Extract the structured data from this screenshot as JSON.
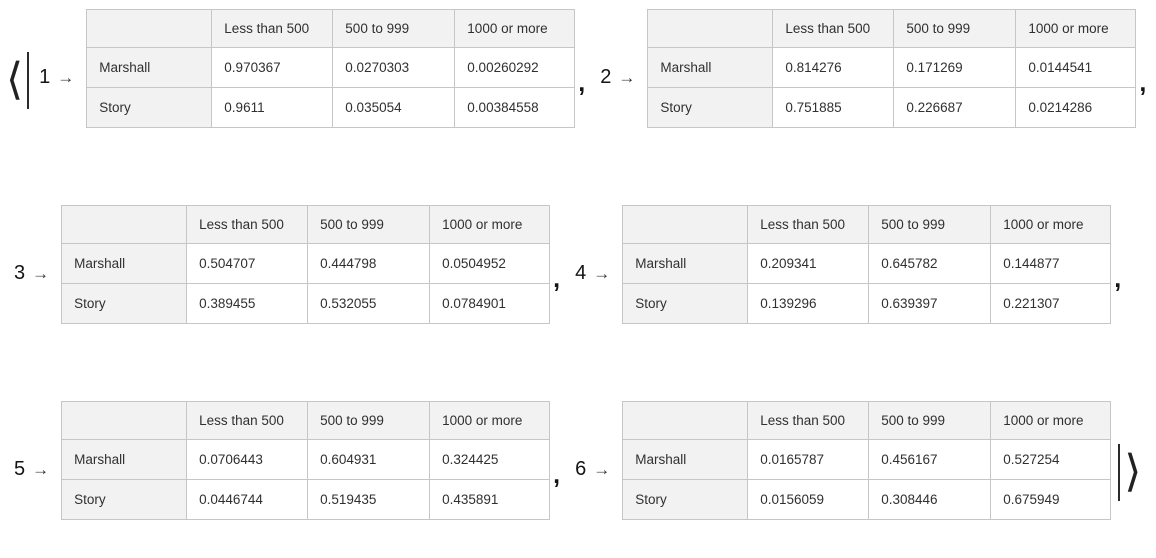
{
  "glyphs": {
    "open_angle": "⟨",
    "close_angle": "⟩",
    "arrow": "→",
    "comma": ","
  },
  "table": {
    "column_headers": [
      "",
      "Less than 500",
      "500 to 999",
      "1000 or more"
    ],
    "row_labels": [
      "Marshall",
      "Story"
    ]
  },
  "entries": [
    {
      "key": "1",
      "marshall": [
        "0.970367",
        "0.0270303",
        "0.00260292"
      ],
      "story": [
        "0.9611",
        "0.035054",
        "0.00384558"
      ]
    },
    {
      "key": "2",
      "marshall": [
        "0.814276",
        "0.171269",
        "0.0144541"
      ],
      "story": [
        "0.751885",
        "0.226687",
        "0.0214286"
      ]
    },
    {
      "key": "3",
      "marshall": [
        "0.504707",
        "0.444798",
        "0.0504952"
      ],
      "story": [
        "0.389455",
        "0.532055",
        "0.0784901"
      ]
    },
    {
      "key": "4",
      "marshall": [
        "0.209341",
        "0.645782",
        "0.144877"
      ],
      "story": [
        "0.139296",
        "0.639397",
        "0.221307"
      ]
    },
    {
      "key": "5",
      "marshall": [
        "0.0706443",
        "0.604931",
        "0.324425"
      ],
      "story": [
        "0.0446744",
        "0.519435",
        "0.435891"
      ]
    },
    {
      "key": "6",
      "marshall": [
        "0.0165787",
        "0.456167",
        "0.527254"
      ],
      "story": [
        "0.0156059",
        "0.308446",
        "0.675949"
      ]
    }
  ],
  "colors": {
    "header_bg": "#f2f2f2",
    "cell_border": "#c6c6c6",
    "text": "#303030",
    "page_bg": "#ffffff"
  }
}
